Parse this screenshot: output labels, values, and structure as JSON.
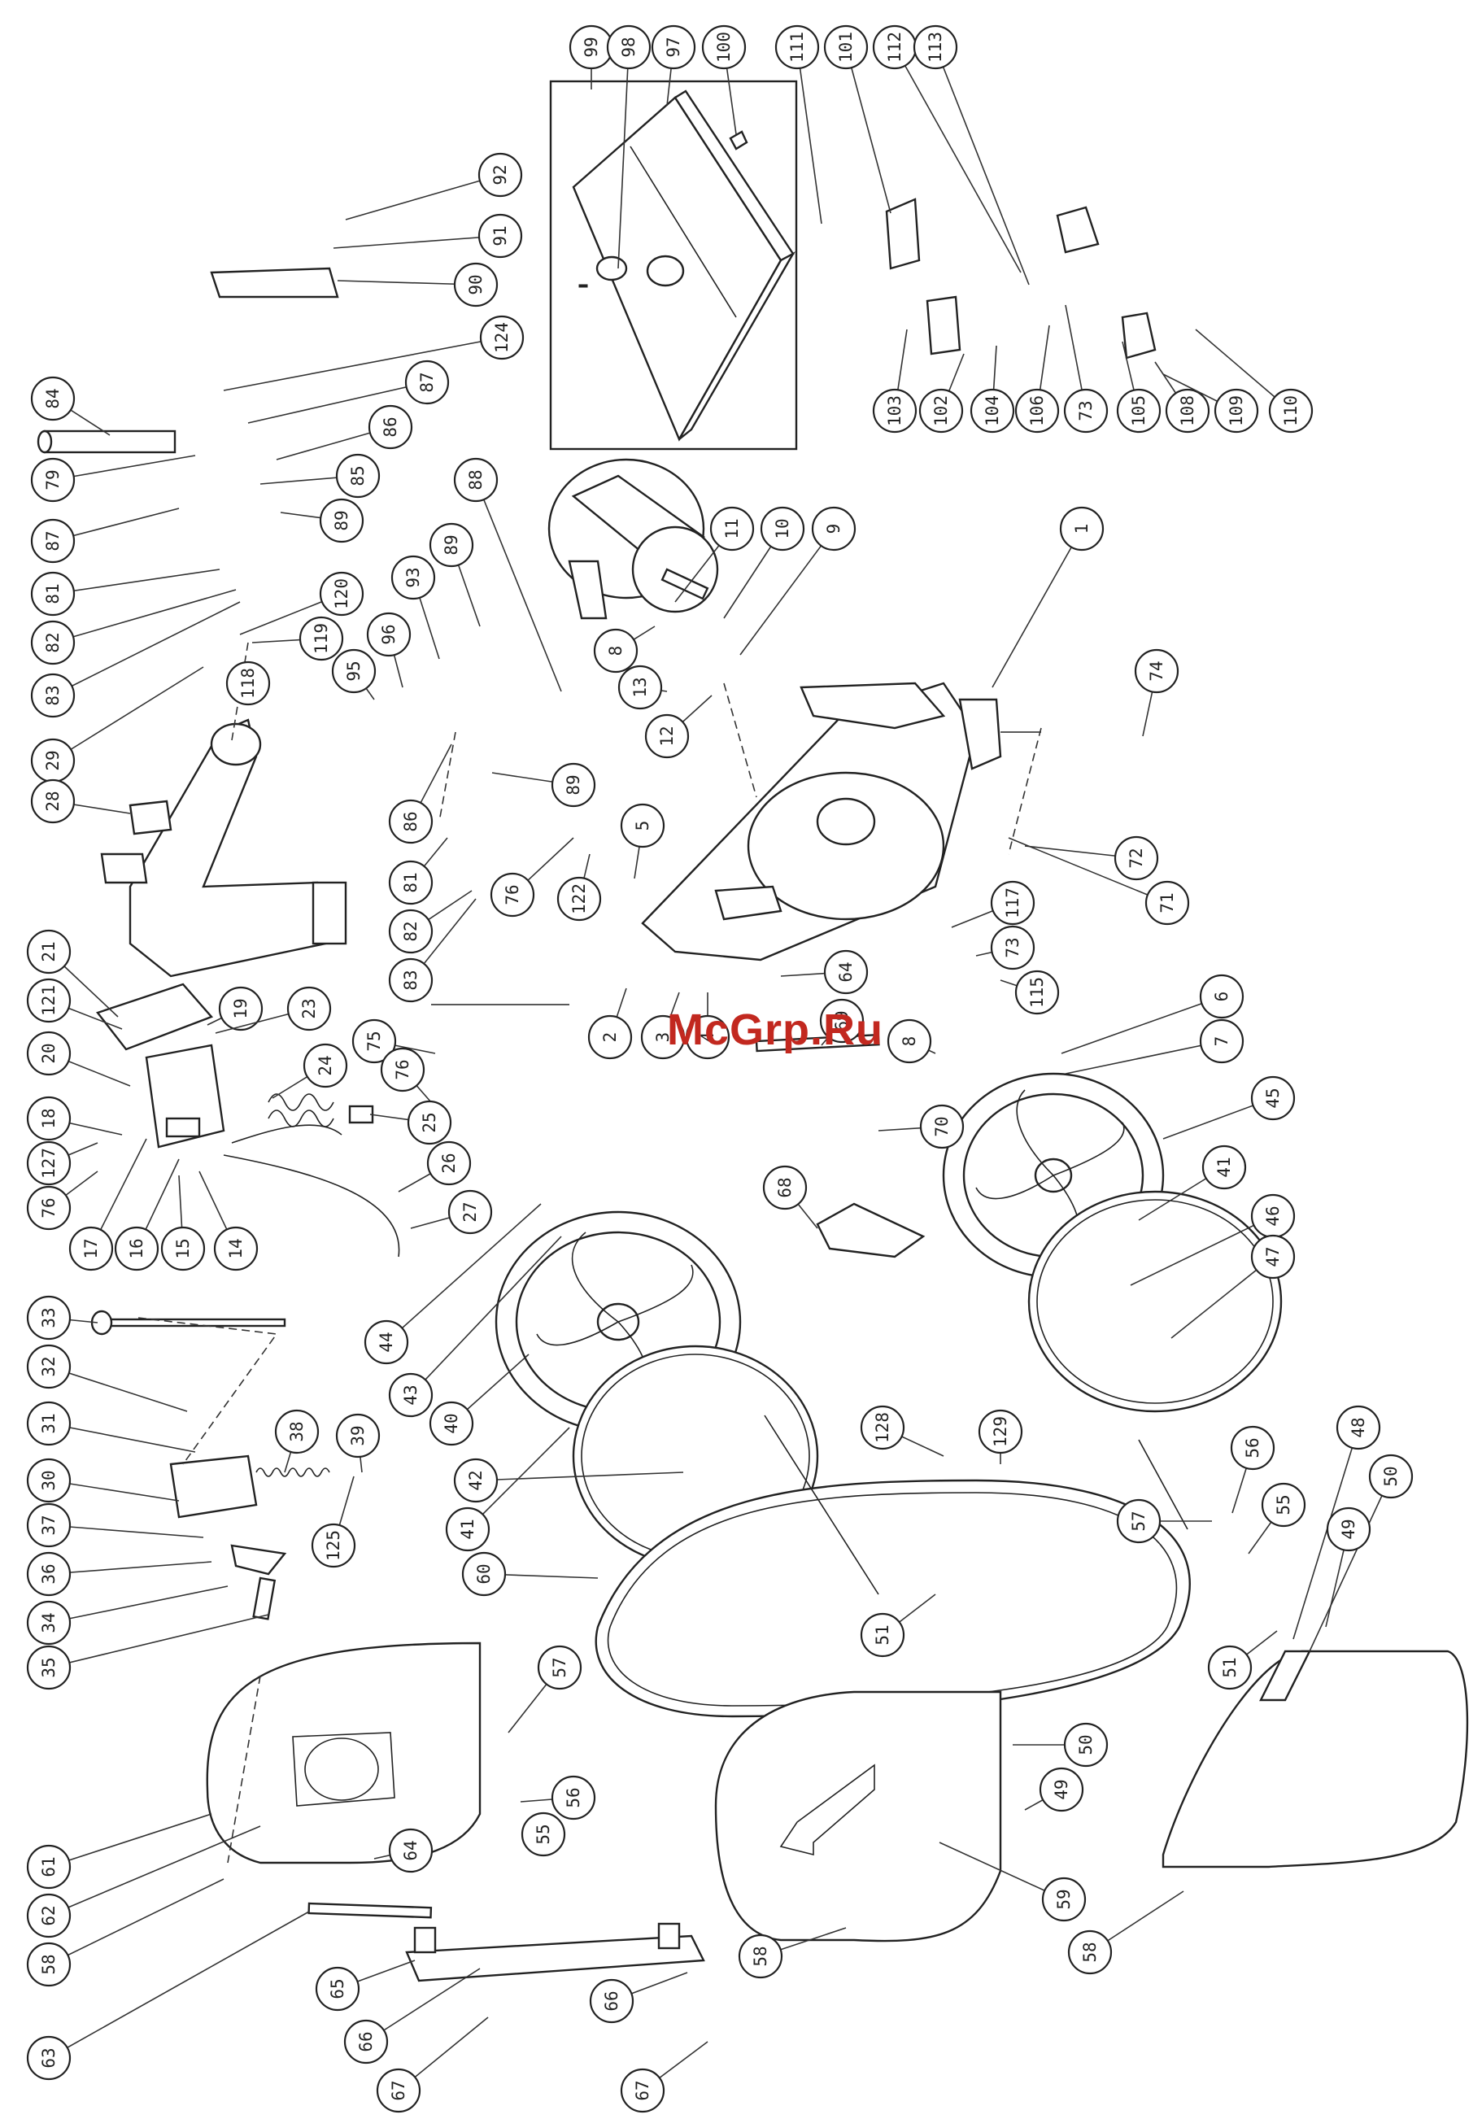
{
  "watermark": "McGrp.Ru",
  "callouts": [
    {
      "n": "99"
    },
    {
      "n": "98"
    },
    {
      "n": "97"
    },
    {
      "n": "100"
    },
    {
      "n": "111"
    },
    {
      "n": "101"
    },
    {
      "n": "112"
    },
    {
      "n": "113"
    },
    {
      "n": "92"
    },
    {
      "n": "91"
    },
    {
      "n": "90"
    },
    {
      "n": "84"
    },
    {
      "n": "124"
    },
    {
      "n": "87"
    },
    {
      "n": "86"
    },
    {
      "n": "79"
    },
    {
      "n": "85"
    },
    {
      "n": "87"
    },
    {
      "n": "89"
    },
    {
      "n": "88"
    },
    {
      "n": "81"
    },
    {
      "n": "82"
    },
    {
      "n": "120"
    },
    {
      "n": "83"
    },
    {
      "n": "93"
    },
    {
      "n": "89"
    },
    {
      "n": "96"
    },
    {
      "n": "119"
    },
    {
      "n": "95"
    },
    {
      "n": "118"
    },
    {
      "n": "29"
    },
    {
      "n": "28"
    },
    {
      "n": "86"
    },
    {
      "n": "89"
    },
    {
      "n": "81"
    },
    {
      "n": "82"
    },
    {
      "n": "83"
    },
    {
      "n": "11"
    },
    {
      "n": "10"
    },
    {
      "n": "9"
    },
    {
      "n": "8"
    },
    {
      "n": "13"
    },
    {
      "n": "12"
    },
    {
      "n": "1"
    },
    {
      "n": "74"
    },
    {
      "n": "5"
    },
    {
      "n": "72"
    },
    {
      "n": "76"
    },
    {
      "n": "122"
    },
    {
      "n": "71"
    },
    {
      "n": "117"
    },
    {
      "n": "73"
    },
    {
      "n": "115"
    },
    {
      "n": "64"
    },
    {
      "n": "21"
    },
    {
      "n": "19"
    },
    {
      "n": "23"
    },
    {
      "n": "121"
    },
    {
      "n": "75"
    },
    {
      "n": "6"
    },
    {
      "n": "20"
    },
    {
      "n": "24"
    },
    {
      "n": "76"
    },
    {
      "n": "2"
    },
    {
      "n": "3"
    },
    {
      "n": "4"
    },
    {
      "n": "69"
    },
    {
      "n": "8"
    },
    {
      "n": "7"
    },
    {
      "n": "18"
    },
    {
      "n": "25"
    },
    {
      "n": "70"
    },
    {
      "n": "45"
    },
    {
      "n": "127"
    },
    {
      "n": "26"
    },
    {
      "n": "76"
    },
    {
      "n": "17"
    },
    {
      "n": "16"
    },
    {
      "n": "15"
    },
    {
      "n": "14"
    },
    {
      "n": "27"
    },
    {
      "n": "68"
    },
    {
      "n": "41"
    },
    {
      "n": "46"
    },
    {
      "n": "47"
    },
    {
      "n": "44"
    },
    {
      "n": "43"
    },
    {
      "n": "33"
    },
    {
      "n": "32"
    },
    {
      "n": "38"
    },
    {
      "n": "39"
    },
    {
      "n": "31"
    },
    {
      "n": "40"
    },
    {
      "n": "128"
    },
    {
      "n": "129"
    },
    {
      "n": "30"
    },
    {
      "n": "42"
    },
    {
      "n": "48"
    },
    {
      "n": "56"
    },
    {
      "n": "50"
    },
    {
      "n": "125"
    },
    {
      "n": "55"
    },
    {
      "n": "49"
    },
    {
      "n": "41"
    },
    {
      "n": "57"
    },
    {
      "n": "37"
    },
    {
      "n": "36"
    },
    {
      "n": "60"
    },
    {
      "n": "34"
    },
    {
      "n": "51"
    },
    {
      "n": "51"
    },
    {
      "n": "35"
    },
    {
      "n": "57"
    },
    {
      "n": "50"
    },
    {
      "n": "56"
    },
    {
      "n": "55"
    },
    {
      "n": "49"
    },
    {
      "n": "61"
    },
    {
      "n": "64"
    },
    {
      "n": "59"
    },
    {
      "n": "62"
    },
    {
      "n": "58"
    },
    {
      "n": "58"
    },
    {
      "n": "58"
    },
    {
      "n": "65"
    },
    {
      "n": "63"
    },
    {
      "n": "66"
    },
    {
      "n": "66"
    },
    {
      "n": "67"
    },
    {
      "n": "67"
    },
    {
      "n": "103"
    },
    {
      "n": "102"
    },
    {
      "n": "104"
    },
    {
      "n": "106"
    },
    {
      "n": "73"
    },
    {
      "n": "105"
    },
    {
      "n": "108"
    },
    {
      "n": "109"
    },
    {
      "n": "110"
    }
  ]
}
